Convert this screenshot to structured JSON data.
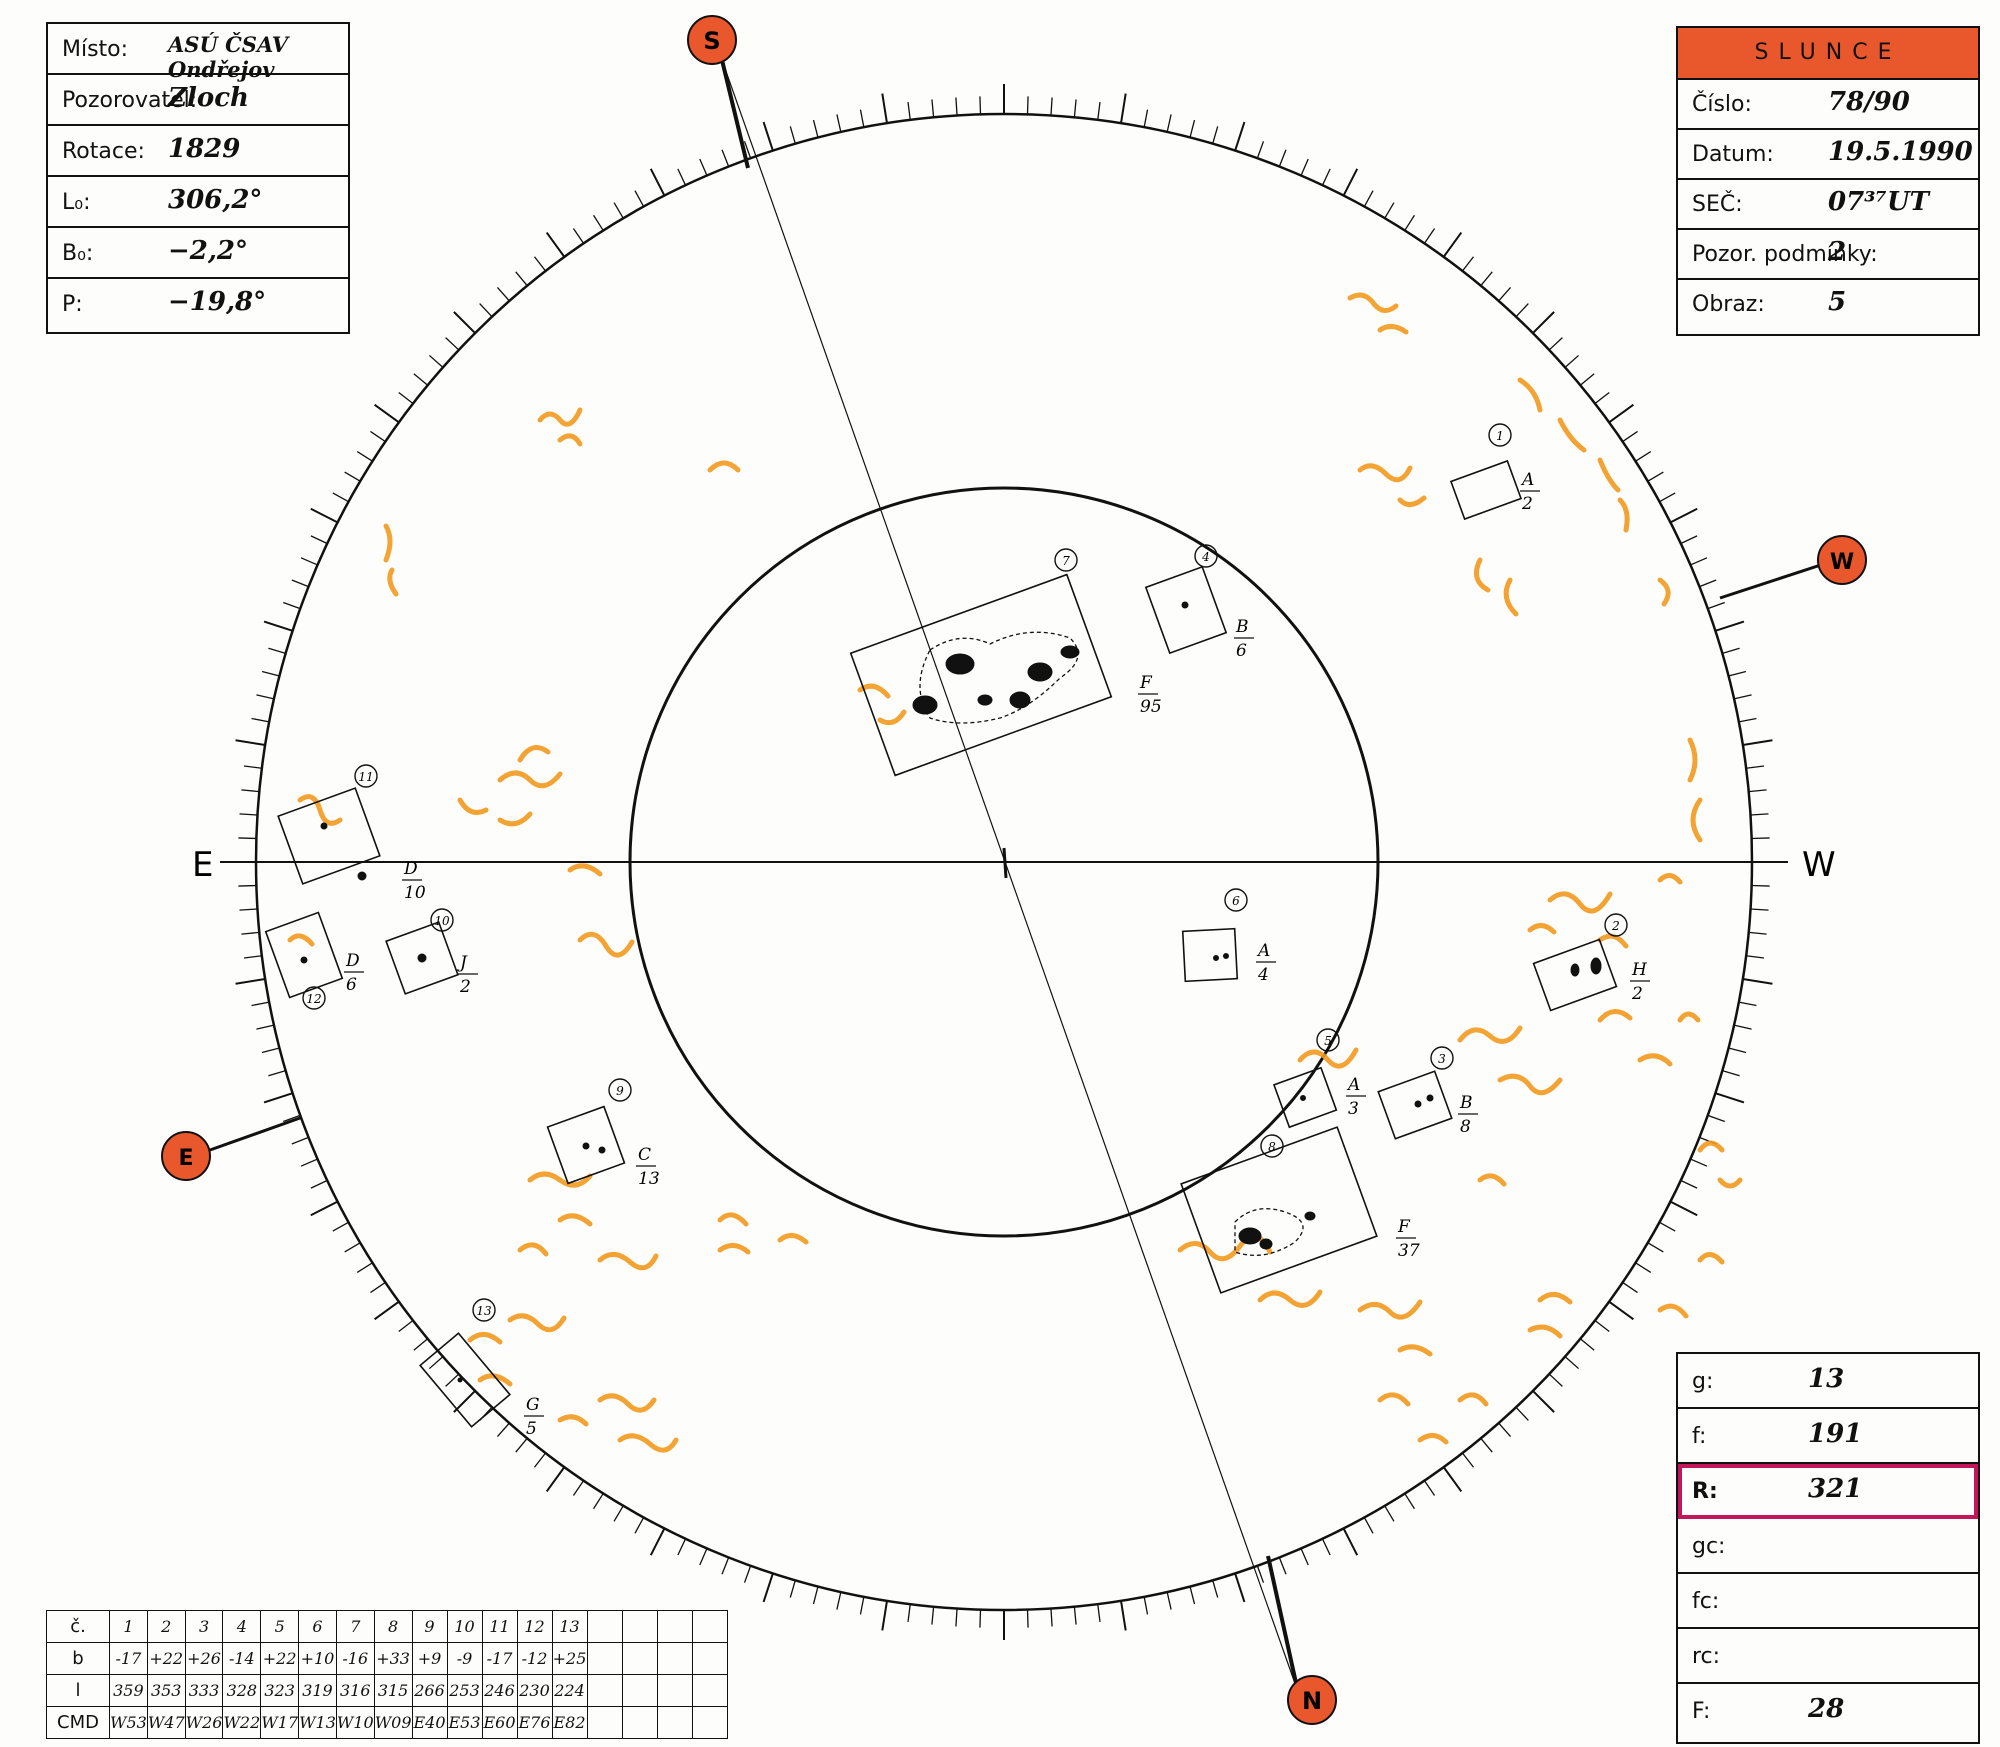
{
  "info_left": {
    "rows": [
      {
        "label": "Místo:",
        "value": "ASÚ ČSAV Ondřejov"
      },
      {
        "label": "Pozorovatel:",
        "value": "Zloch"
      },
      {
        "label": "Rotace:",
        "value": "1829"
      },
      {
        "label": "L₀:",
        "value": "306,2°"
      },
      {
        "label": "B₀:",
        "value": "−2,2°"
      },
      {
        "label": "P:",
        "value": "−19,8°"
      }
    ]
  },
  "info_right": {
    "title": "SLUNCE",
    "rows": [
      {
        "label": "Číslo:",
        "value": "78/90"
      },
      {
        "label": "Datum:",
        "value": "19.5.1990"
      },
      {
        "label": "SEČ:",
        "value": "07³⁷UT"
      },
      {
        "label": "Pozor. podmínky:",
        "value": "2"
      },
      {
        "label": "Obraz:",
        "value": "5"
      }
    ]
  },
  "stats": {
    "rows": [
      {
        "label": "g:",
        "value": "13"
      },
      {
        "label": "f:",
        "value": "191"
      },
      {
        "label": "R:",
        "value": "321"
      },
      {
        "label": "gc:",
        "value": ""
      },
      {
        "label": "fc:",
        "value": ""
      },
      {
        "label": "rc:",
        "value": ""
      },
      {
        "label": "F:",
        "value": "28"
      }
    ]
  },
  "groups_table": {
    "headers": [
      "č.",
      "b",
      "l",
      "CMD"
    ],
    "numbers": [
      "1",
      "2",
      "3",
      "4",
      "5",
      "6",
      "7",
      "8",
      "9",
      "10",
      "11",
      "12",
      "13"
    ],
    "b": [
      "-17",
      "+22",
      "+26",
      "-14",
      "+22",
      "+10",
      "-16",
      "+33",
      "+9",
      "-9",
      "-17",
      "-12",
      "+25"
    ],
    "l": [
      "359",
      "353",
      "333",
      "328",
      "323",
      "319",
      "316",
      "315",
      "266",
      "253",
      "246",
      "230",
      "224"
    ],
    "cmd": [
      "W53",
      "W47",
      "W26",
      "W22",
      "W17",
      "W13",
      "W10",
      "W09",
      "E40",
      "E53",
      "E60",
      "E76",
      "E82"
    ]
  },
  "compass": {
    "top": "S",
    "bottom": "N",
    "axis_left": "E",
    "axis_right": "W",
    "marker_right": "W",
    "marker_left": "E"
  },
  "groups": [
    {
      "num": "1",
      "class": "A",
      "count": "2"
    },
    {
      "num": "2",
      "class": "H",
      "count": "2"
    },
    {
      "num": "3",
      "class": "B",
      "count": "8"
    },
    {
      "num": "4",
      "class": "B",
      "count": "6"
    },
    {
      "num": "5",
      "class": "A",
      "count": "3"
    },
    {
      "num": "6",
      "class": "A",
      "count": "4"
    },
    {
      "num": "7",
      "class": "F",
      "count": "95"
    },
    {
      "num": "8",
      "class": "F",
      "count": "37"
    },
    {
      "num": "9",
      "class": "C",
      "count": "13"
    },
    {
      "num": "10",
      "class": "J",
      "count": "2"
    },
    {
      "num": "11",
      "class": "D",
      "count": "10"
    },
    {
      "num": "12",
      "class": "D",
      "count": "6"
    },
    {
      "num": "13",
      "class": "G",
      "count": "5"
    }
  ],
  "colors": {
    "ink": "#111111",
    "facula": "#f39a1e",
    "marker": "#e9572c",
    "highlight": "#c2185b"
  }
}
